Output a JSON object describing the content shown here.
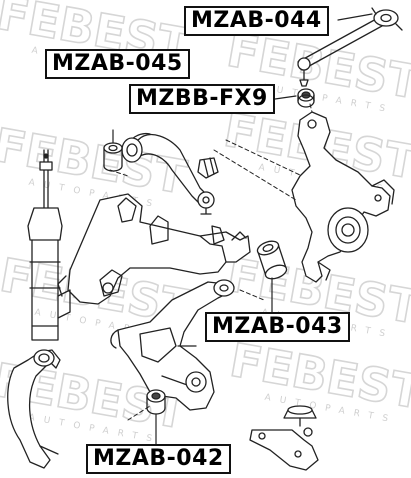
{
  "labels": {
    "mzab_044": "MZAB-044",
    "mzab_045": "MZAB-045",
    "mzbb_fx9": "MZBB-FX9",
    "mzab_043": "MZAB-043",
    "mzab_042": "MZAB-042"
  },
  "watermark": {
    "brand": "FEBEST",
    "subtext": "AUTOPARTS"
  },
  "colors": {
    "line": "#222222",
    "watermark": "#d4d4d4",
    "label_border": "#111111"
  }
}
